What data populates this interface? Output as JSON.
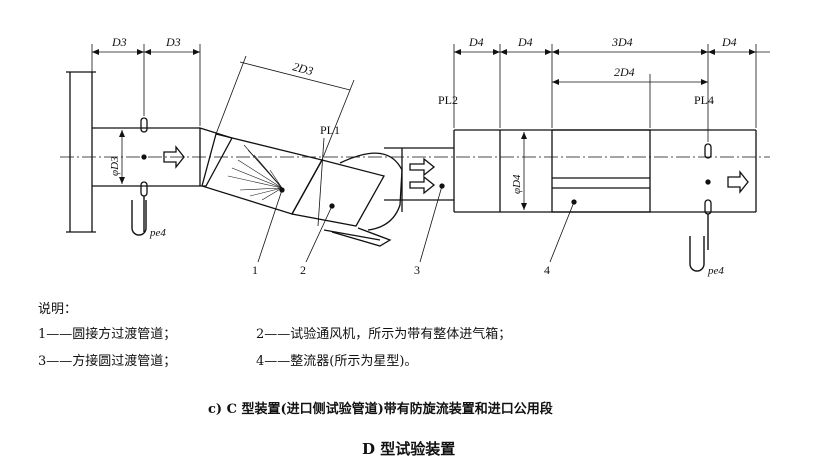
{
  "dimensions": {
    "top": [
      "D3",
      "D3",
      "D4",
      "D4",
      "3D4",
      "D4"
    ],
    "inner_2d4": "2D4",
    "diag_2d3": "2D3",
    "dia_d3": "φD3",
    "dia_d4": "φD4"
  },
  "planes": {
    "pl1": "PL1",
    "pl2": "PL2",
    "pl4": "PL4"
  },
  "pressures": {
    "left": "pe4",
    "right": "pe4"
  },
  "part_numbers": [
    "1",
    "2",
    "3",
    "4"
  ],
  "legend": {
    "title": "说明：",
    "items": [
      "1——圆接方过渡管道；",
      "2——试验通风机，所示为带有整体进气箱；",
      "3——方接圆过渡管道；",
      "4——整流器(所示为星型)。"
    ]
  },
  "caption": "c)   C 型装置(进口侧试验管道)带有防旋流装置和进口公用段",
  "title": "D 型试验装置"
}
